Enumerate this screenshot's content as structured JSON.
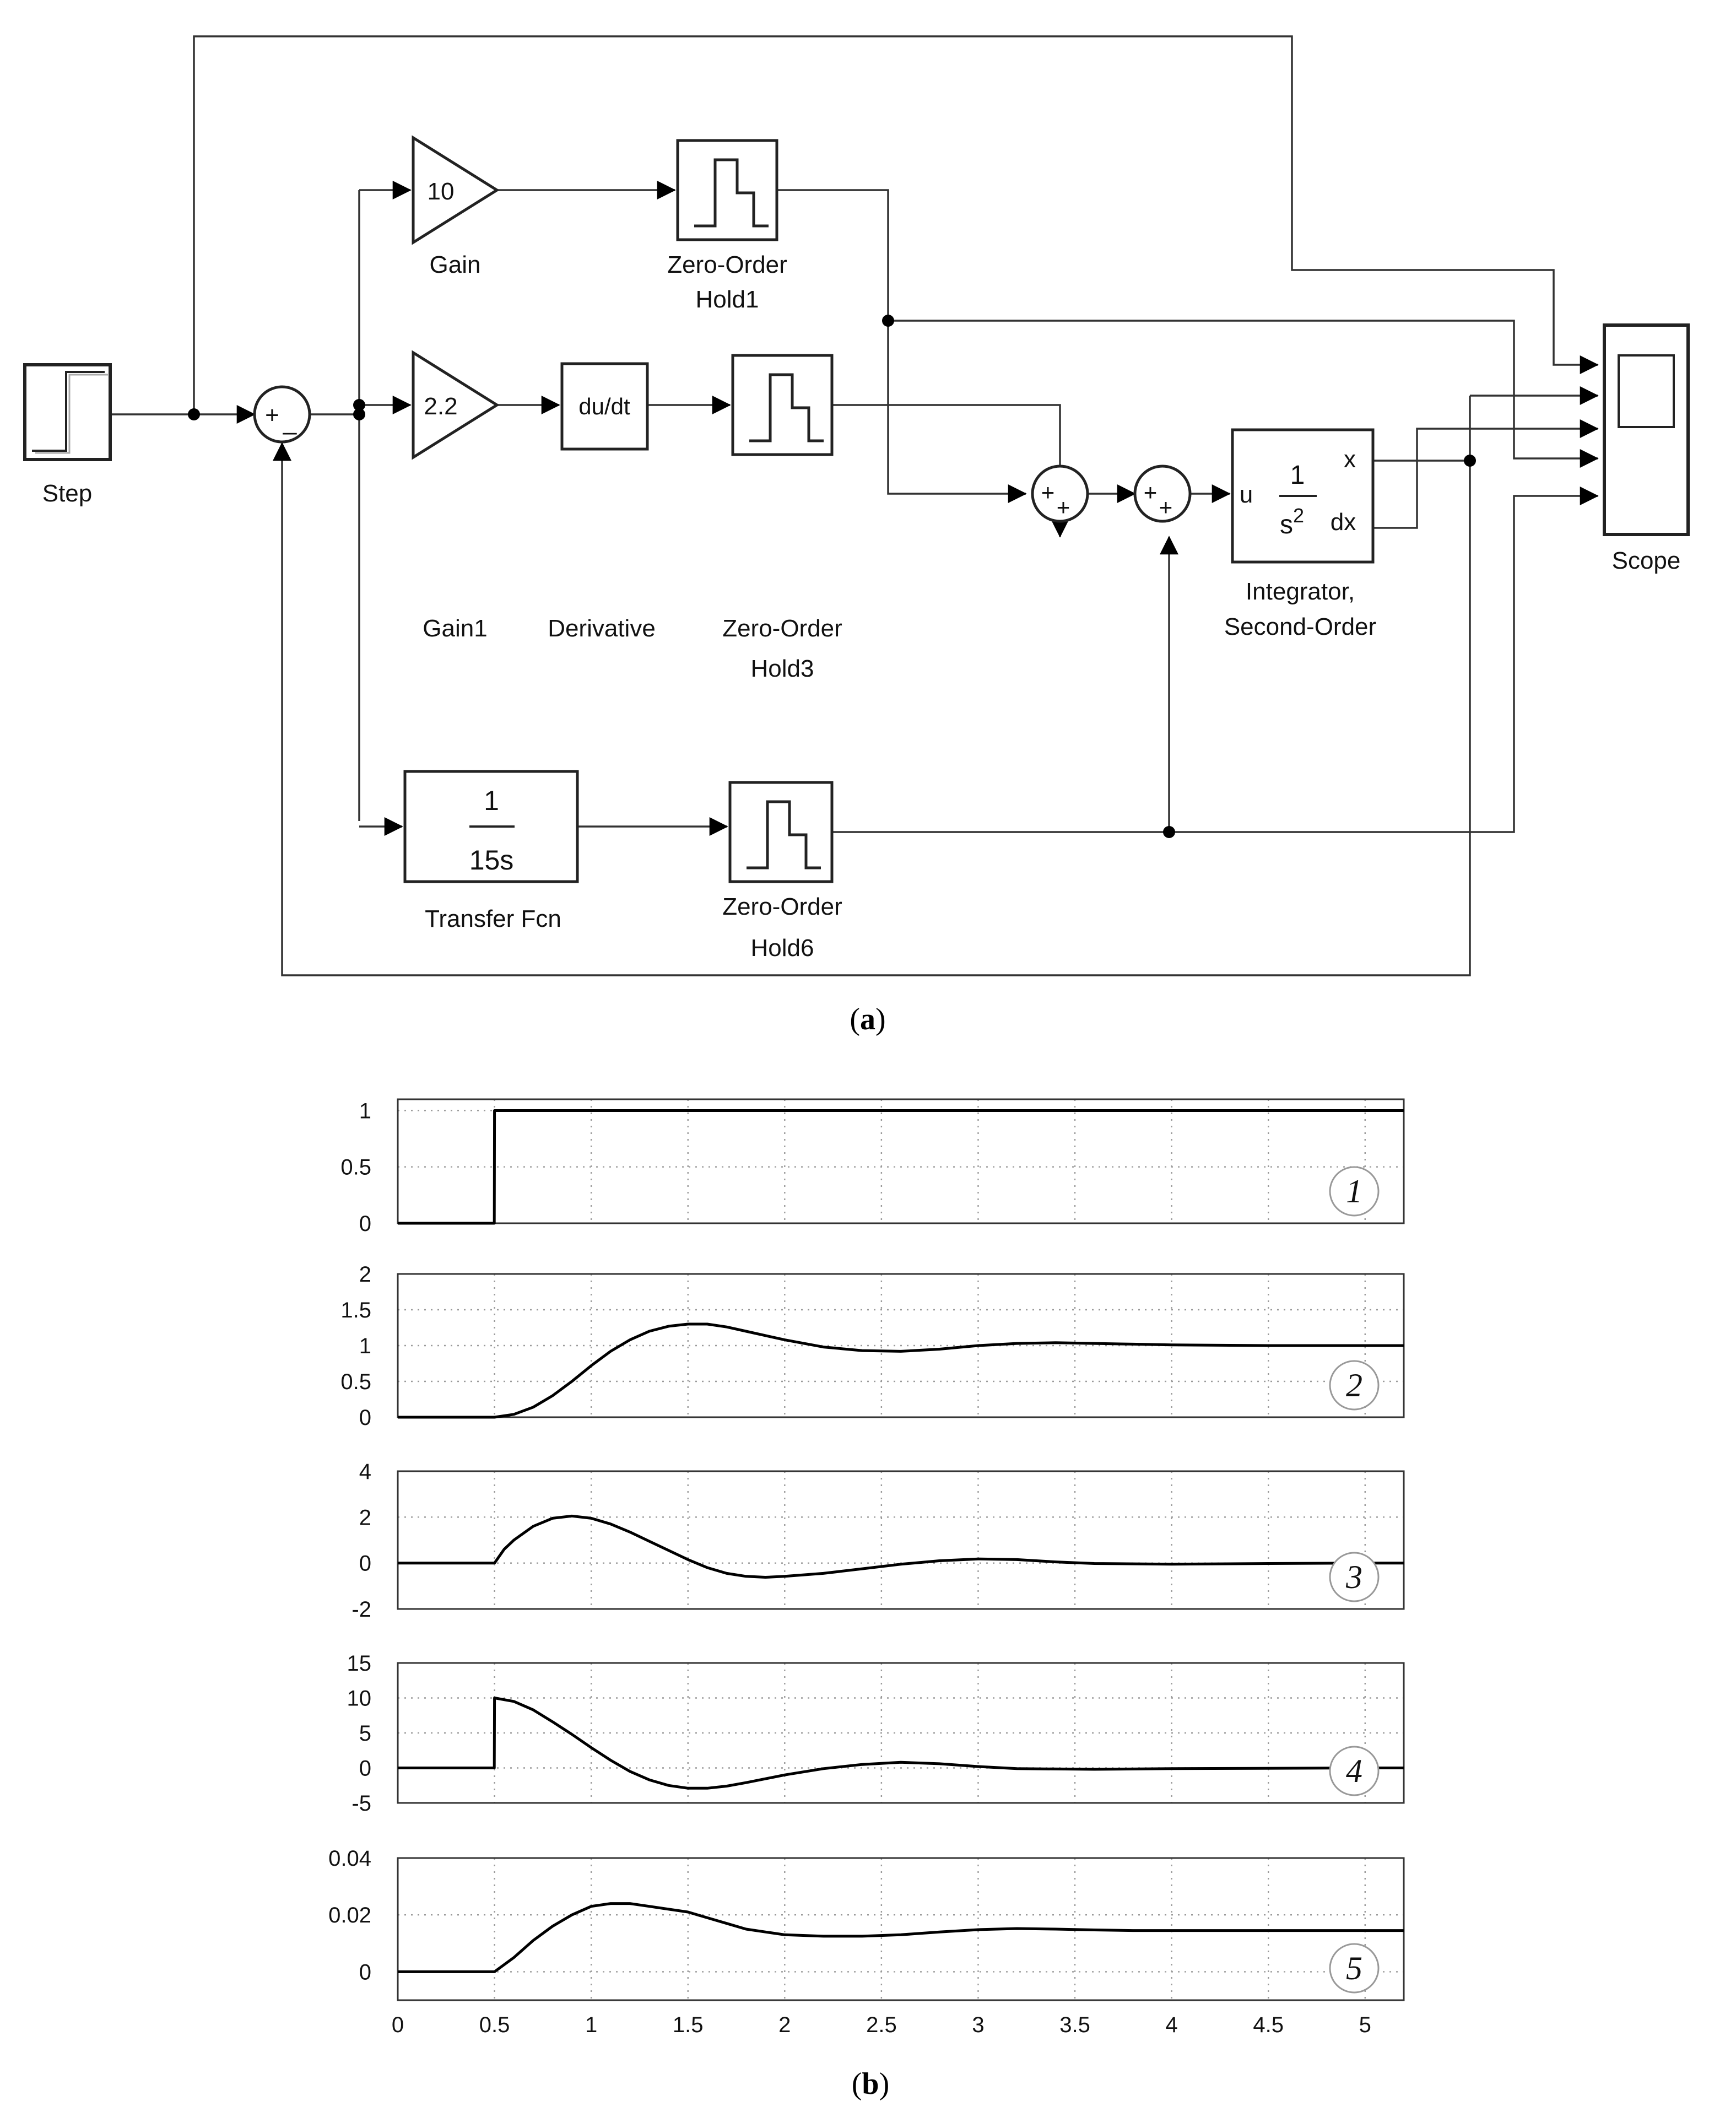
{
  "diagram": {
    "caption": "(a)",
    "caption_letter": "a",
    "blocks": {
      "step": {
        "label": "Step"
      },
      "gain": {
        "value": "10",
        "label": "Gain"
      },
      "zoh1": {
        "label_line1": "Zero-Order",
        "label_line2": "Hold1"
      },
      "gain1": {
        "value": "2.2",
        "label": "Gain1"
      },
      "derivative": {
        "value": "du/dt",
        "label": "Derivative"
      },
      "zoh3": {
        "label_line1": "Zero-Order",
        "label_line2": "Hold3"
      },
      "transfer_fcn": {
        "numerator": "1",
        "denominator": "15s",
        "label": "Transfer Fcn"
      },
      "zoh6": {
        "label_line1": "Zero-Order",
        "label_line2": "Hold6"
      },
      "integrator": {
        "port_in": "u",
        "numerator": "1",
        "denominator_base": "s",
        "denominator_exp": "2",
        "port_x": "x",
        "port_dx": "dx",
        "label_line1": "Integrator,",
        "label_line2": "Second-Order"
      },
      "scope": {
        "label": "Scope"
      },
      "sum_feedback": {
        "sign_top": "+",
        "sign_bottom": "_"
      },
      "sum1": {
        "sign_left": "+",
        "sign_bottom": "+"
      },
      "sum2": {
        "sign_left": "+",
        "sign_bottom": "+"
      }
    }
  },
  "plots": {
    "caption": "(b)",
    "caption_letter": "b",
    "x_ticks": [
      "0",
      "0.5",
      "1",
      "1.5",
      "2",
      "2.5",
      "3",
      "3.5",
      "4",
      "4.5",
      "5"
    ]
  },
  "chart_data": [
    {
      "type": "line",
      "panel_number": "1",
      "xlim": [
        0,
        5.2
      ],
      "ylim": [
        0,
        1.1
      ],
      "yticks": [
        {
          "v": 1,
          "t": "1"
        },
        {
          "v": 0.5,
          "t": "0.5"
        },
        {
          "v": 0,
          "t": "0"
        }
      ],
      "grid": true,
      "x": [
        0,
        0.499,
        0.5,
        5.2
      ],
      "y": [
        0,
        0,
        1,
        1
      ]
    },
    {
      "type": "line",
      "panel_number": "2",
      "xlim": [
        0,
        5.2
      ],
      "ylim": [
        0,
        2
      ],
      "yticks": [
        {
          "v": 2,
          "t": "2"
        },
        {
          "v": 1.5,
          "t": "1.5"
        },
        {
          "v": 1,
          "t": "1"
        },
        {
          "v": 0.5,
          "t": "0.5"
        },
        {
          "v": 0,
          "t": "0"
        }
      ],
      "grid": true,
      "x": [
        0,
        0.5,
        0.6,
        0.7,
        0.8,
        0.9,
        1.0,
        1.1,
        1.2,
        1.3,
        1.4,
        1.5,
        1.6,
        1.7,
        1.8,
        1.9,
        2.0,
        2.2,
        2.4,
        2.6,
        2.8,
        3.0,
        3.2,
        3.4,
        3.6,
        3.8,
        4.0,
        4.5,
        5.0,
        5.2
      ],
      "y": [
        0,
        0,
        0.04,
        0.14,
        0.3,
        0.5,
        0.72,
        0.92,
        1.08,
        1.2,
        1.27,
        1.3,
        1.3,
        1.26,
        1.2,
        1.14,
        1.08,
        0.98,
        0.93,
        0.92,
        0.95,
        1.0,
        1.03,
        1.04,
        1.03,
        1.02,
        1.01,
        1.0,
        1.0,
        1.0
      ]
    },
    {
      "type": "line",
      "panel_number": "3",
      "xlim": [
        0,
        5.2
      ],
      "ylim": [
        -2,
        4
      ],
      "yticks": [
        {
          "v": 4,
          "t": "4"
        },
        {
          "v": 2,
          "t": "2"
        },
        {
          "v": 0,
          "t": "0"
        },
        {
          "v": -2,
          "t": "-2"
        }
      ],
      "grid": true,
      "x": [
        0,
        0.5,
        0.55,
        0.6,
        0.7,
        0.8,
        0.9,
        1.0,
        1.1,
        1.2,
        1.3,
        1.4,
        1.5,
        1.6,
        1.7,
        1.8,
        1.9,
        2.0,
        2.2,
        2.4,
        2.6,
        2.8,
        3.0,
        3.2,
        3.4,
        3.6,
        4.0,
        4.5,
        5.0,
        5.2
      ],
      "y": [
        0,
        0,
        0.6,
        1.0,
        1.6,
        1.95,
        2.05,
        1.95,
        1.7,
        1.35,
        0.95,
        0.55,
        0.15,
        -0.2,
        -0.45,
        -0.58,
        -0.62,
        -0.58,
        -0.45,
        -0.25,
        -0.05,
        0.1,
        0.18,
        0.15,
        0.05,
        -0.02,
        -0.05,
        -0.02,
        0.0,
        0.0
      ]
    },
    {
      "type": "line",
      "panel_number": "4",
      "xlim": [
        0,
        5.2
      ],
      "ylim": [
        -5,
        15
      ],
      "yticks": [
        {
          "v": 15,
          "t": "15"
        },
        {
          "v": 10,
          "t": "10"
        },
        {
          "v": 5,
          "t": "5"
        },
        {
          "v": 0,
          "t": "0"
        },
        {
          "v": -5,
          "t": "-5"
        }
      ],
      "grid": true,
      "x": [
        0,
        0.499,
        0.5,
        0.6,
        0.7,
        0.8,
        0.9,
        1.0,
        1.1,
        1.2,
        1.3,
        1.4,
        1.5,
        1.6,
        1.7,
        1.8,
        2.0,
        2.2,
        2.4,
        2.6,
        2.8,
        3.0,
        3.2,
        3.6,
        4.0,
        5.0,
        5.2
      ],
      "y": [
        0,
        0,
        10,
        9.5,
        8.3,
        6.6,
        4.8,
        2.9,
        1.1,
        -0.5,
        -1.7,
        -2.5,
        -2.9,
        -2.9,
        -2.6,
        -2.1,
        -1.0,
        -0.1,
        0.5,
        0.8,
        0.6,
        0.2,
        -0.1,
        -0.2,
        -0.1,
        0.0,
        0.0
      ]
    },
    {
      "type": "line",
      "panel_number": "5",
      "xlim": [
        0,
        5.2
      ],
      "ylim": [
        -0.01,
        0.04
      ],
      "yticks": [
        {
          "v": 0.04,
          "t": "0.04"
        },
        {
          "v": 0.02,
          "t": "0.02"
        },
        {
          "v": 0,
          "t": "0"
        }
      ],
      "grid": true,
      "x": [
        0,
        0.5,
        0.6,
        0.7,
        0.8,
        0.9,
        1.0,
        1.1,
        1.2,
        1.3,
        1.4,
        1.5,
        1.6,
        1.7,
        1.8,
        1.9,
        2.0,
        2.2,
        2.4,
        2.6,
        2.8,
        3.0,
        3.2,
        3.4,
        3.6,
        3.8,
        4.0,
        4.5,
        5.0,
        5.2
      ],
      "y": [
        0,
        0,
        0.005,
        0.011,
        0.016,
        0.02,
        0.023,
        0.024,
        0.024,
        0.023,
        0.022,
        0.021,
        0.019,
        0.017,
        0.015,
        0.014,
        0.013,
        0.0125,
        0.0125,
        0.013,
        0.014,
        0.0148,
        0.0152,
        0.015,
        0.0147,
        0.0145,
        0.0145,
        0.0145,
        0.0145,
        0.0145
      ]
    }
  ]
}
